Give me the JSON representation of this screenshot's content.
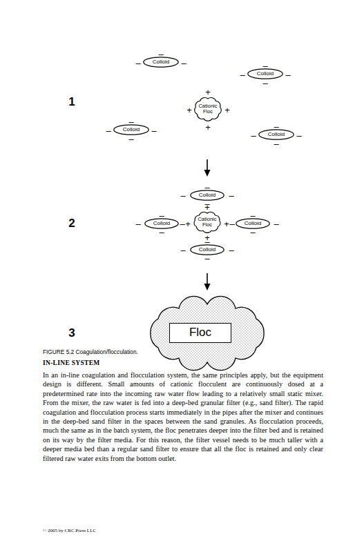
{
  "diagram": {
    "caption": "FIGURE 5.2 Coagulation/flocculation.",
    "nodes": [
      {
        "text": [
          "Colloid"
        ]
      },
      {
        "text": [
          "Colloid"
        ]
      },
      {
        "text": [
          "Cationic Floc"
        ]
      },
      {
        "text": [
          "Colloid"
        ]
      },
      {
        "text": [
          "Colloid"
        ]
      },
      {
        "text": [
          "Colloid"
        ]
      },
      {
        "text": [
          "Colloid"
        ]
      },
      {
        "text": [
          "Cationic Floc"
        ]
      },
      {
        "text": [
          "Colloid"
        ]
      },
      {
        "text": [
          "Colloid"
        ]
      },
      {
        "text": [
          "Floc"
        ]
      }
    ],
    "labels": [
      "1",
      "–",
      "–",
      "–",
      "–",
      "–",
      "–",
      "–",
      "+",
      "+",
      "+",
      "+",
      "–",
      "–",
      "–",
      "–",
      "–",
      "–",
      "–",
      "–",
      "2",
      "–",
      "–",
      "–",
      "–",
      "+",
      "–",
      "–",
      "–",
      "–",
      "+",
      "–",
      "+",
      "–",
      "–",
      "–",
      "+",
      "–",
      "–",
      "–",
      "–",
      "3",
      "IN-LINE SYSTEM",
      "In an in-line coagulation and flocculation system, the same principles apply, but the equipment design is different. Small amounts of cationic flocculent are continuously dosed at a predetermined rate into the incoming raw water flow leading to a relatively small static mixer. From the mixer, the raw water is fed into a deep-bed granular filter (e.g., sand filter). The rapid coagulation and flocculation process starts immediately in the pipes after the mixer and continues in the deep-bed sand filter in the spaces between the sand granules. As flocculation proceeds, much the same as in the batch system, the floc penetrates deeper into the filter bed and is retained on its way by the filter media. For this reason, the filter vessel needs to be much taller with a deeper media bed than a regular sand filter to ensure that all the floc is retained and only clear filtered raw water exits from the bottom outlet.",
      "© 2005 by CRC Press LLC"
    ]
  }
}
